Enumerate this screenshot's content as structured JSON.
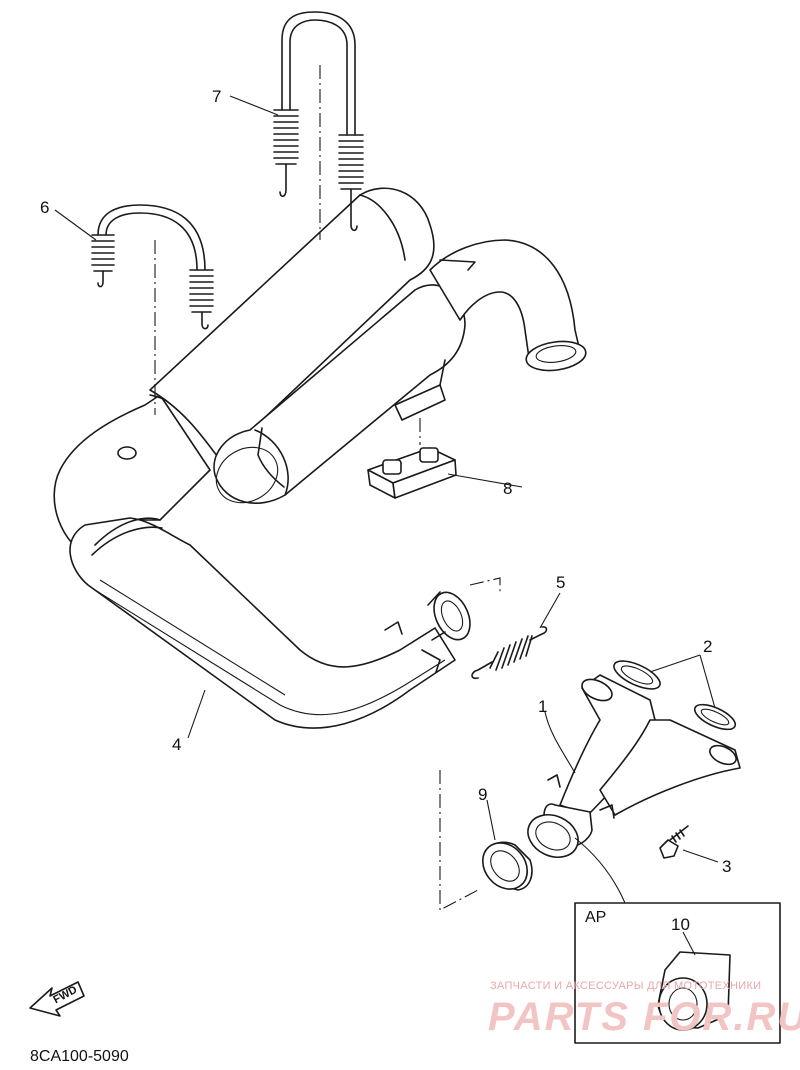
{
  "diagram": {
    "part_code": "8CA100-5090",
    "fwd_label": "FWD",
    "inset_label": "AP",
    "callouts": {
      "c1": "1",
      "c2": "2",
      "c3": "3",
      "c4": "4",
      "c5": "5",
      "c6": "6",
      "c7": "7",
      "c8": "8",
      "c9": "9",
      "c10": "10"
    },
    "watermark": {
      "line1": "ЗАПЧАСТИ И АКСЕССУАРЫ ДЛЯ МОТОТЕХНИКИ",
      "line2": "PARTS FOR.RU"
    }
  }
}
